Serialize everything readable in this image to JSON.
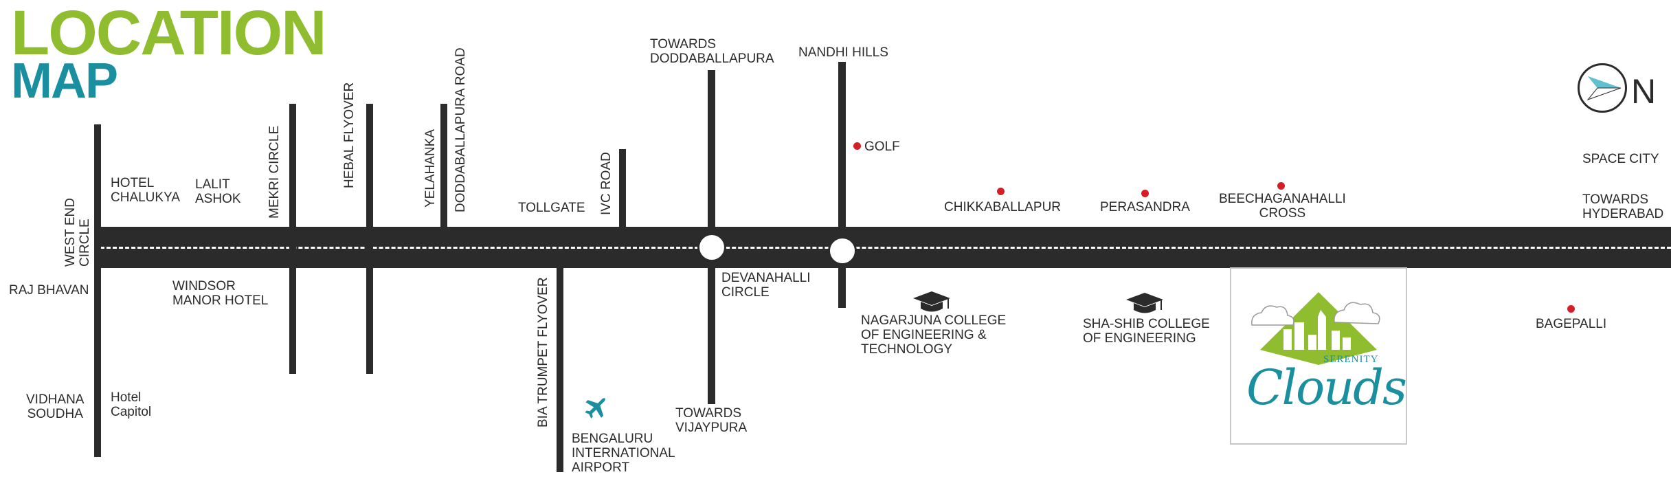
{
  "title": {
    "line1": "LOCATION",
    "line2": "MAP"
  },
  "compass": {
    "letter": "N"
  },
  "colors": {
    "road": "#2b2b2b",
    "title_green": "#8fbd2f",
    "title_blue": "#1a8fa0",
    "poi_dot": "#d51f26",
    "airport_icon": "#1a8fa0",
    "logo_green": "#8fbd2f",
    "logo_teal": "#1a8fa0"
  },
  "icons": {
    "airport": "airplane-icon",
    "college": "graduation-cap-icon",
    "poi": "red-dot-marker",
    "compass": "compass-arrow-icon"
  },
  "labels": {
    "west_end_circle": "WEST END\nCIRCLE",
    "hotel_chalukya": "HOTEL\nCHALUKYA",
    "lalit_ashok": "LALIT\nASHOK",
    "mekri_circle": "MEKRI CIRCLE",
    "hebal_flyover": "HEBAL FLYOVER",
    "yelahanka": "YELAHANKA",
    "doddaballapura_road": "DODDABALLAPURA ROAD",
    "tollgate": "TOLLGATE",
    "ivc_road": "IVC ROAD",
    "towards_doddaballapura": "TOWARDS\nDODDABALLAPURA",
    "nandhi_hills": "NANDHI HILLS",
    "golf": "GOLF",
    "chikkaballapur": "CHIKKABALLAPUR",
    "perasandra": "PERASANDRA",
    "beechaganahalli_cross": "BEECHAGANAHALLI\nCROSS",
    "space_city": "SPACE CITY",
    "towards_hyderabad": "TOWARDS\nHYDERABAD",
    "raj_bhavan": "RAJ BHAVAN",
    "windsor_manor_hotel": "WINDSOR\nMANOR HOTEL",
    "bia_trumpet_flyover": "BIA TRUMPET FLYOVER",
    "devanahalli_circle": "DEVANAHALLI\nCIRCLE",
    "nagarjuna_college": "NAGARJUNA COLLEGE\nOF ENGINEERING &\nTECHNOLOGY",
    "sha_shib_college": "SHA-SHIB COLLEGE\nOF ENGINEERING",
    "bagepalli": "BAGEPALLI",
    "vidhana_soudha": "VIDHANA\nSOUDHA",
    "hotel_capitol": "Hotel\nCapitol",
    "bengaluru_airport": "BENGALURU\nINTERNATIONAL\nAIRPORT",
    "towards_vijaypura": "TOWARDS\nVIJAYPURA"
  },
  "logo": {
    "line1": "SERENITY",
    "line2": "Clouds"
  }
}
